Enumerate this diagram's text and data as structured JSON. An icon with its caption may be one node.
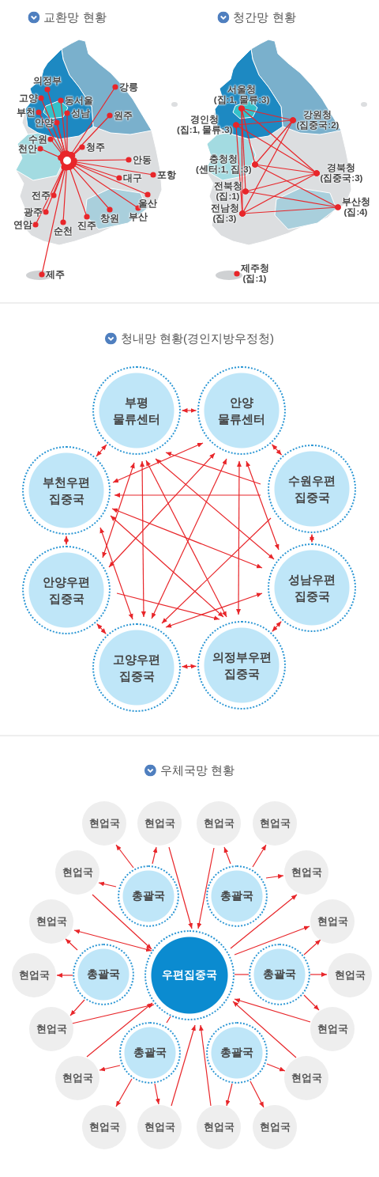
{
  "diagram": {
    "nodes": [
      {
        "text": [],
        "shape": "circle"
      },
      {
        "text": [
          "의정부"
        ]
      },
      {
        "text": [
          "강릉"
        ]
      },
      {
        "text": [
          "고양"
        ]
      },
      {
        "text": [
          "동서울"
        ]
      },
      {
        "text": [
          "부천"
        ]
      },
      {
        "text": [
          "성남"
        ]
      },
      {
        "text": [
          "원주"
        ]
      },
      {
        "text": [
          "안양"
        ]
      },
      {
        "text": [
          "수원"
        ]
      },
      {
        "text": [
          "청주"
        ]
      },
      {
        "text": [
          "천안"
        ]
      },
      {
        "text": [
          "안동"
        ]
      },
      {
        "text": [
          "포항"
        ]
      },
      {
        "text": [
          "대구"
        ]
      },
      {
        "text": [
          "전주"
        ]
      },
      {
        "text": [
          "울산"
        ]
      },
      {
        "text": [
          "광주"
        ]
      },
      {
        "text": [
          "부산"
        ]
      },
      {
        "text": [
          "창원"
        ]
      },
      {
        "text": [
          "연암"
        ]
      },
      {
        "text": [
          "순천"
        ]
      },
      {
        "text": [
          "진주"
        ]
      },
      {
        "text": [
          "제주"
        ]
      },
      {
        "text": [
          "서울청",
          "(집:1, 물류:3)"
        ]
      },
      {
        "text": [
          "강원청",
          "(집중국:2)"
        ]
      },
      {
        "text": [
          "경인청",
          "(집:1, 물류:3)"
        ]
      },
      {
        "text": [
          "충청청",
          "(센터:1, 집:3)"
        ]
      },
      {
        "text": [
          "경북청",
          "(집중국:3)"
        ]
      },
      {
        "text": [
          "전북청",
          "(집:1)"
        ]
      },
      {
        "text": [
          "부산청",
          "(집:4)"
        ]
      },
      {
        "text": [
          "전남청",
          "(집:3)"
        ]
      },
      {
        "text": [
          "제주청",
          "(집:1)"
        ]
      },
      {
        "text": [
          "부평 물류센터"
        ]
      },
      {
        "text": [
          "안양 물류센터"
        ]
      },
      {
        "text": [
          "부천우편 집중국"
        ]
      },
      {
        "text": [
          "수원우편 집중국"
        ]
      },
      {
        "text": [
          "안양우편 집중국"
        ]
      },
      {
        "text": [
          "성남우편 집중국"
        ]
      },
      {
        "text": [
          "고양우편 집중국"
        ]
      },
      {
        "text": [
          "의정부우편 집중국"
        ]
      },
      {
        "text": [
          "현업국"
        ]
      },
      {
        "text": [
          "현업국"
        ]
      },
      {
        "text": [
          "현업국"
        ]
      },
      {
        "text": [
          "현업국"
        ]
      },
      {
        "text": [
          "현업국"
        ]
      },
      {
        "text": [
          "총괄국"
        ]
      },
      {
        "text": [
          "총괄국"
        ]
      },
      {
        "text": [
          "현업국"
        ]
      },
      {
        "text": [
          "현업국"
        ]
      },
      {
        "text": [
          "현업국"
        ]
      },
      {
        "text": [
          "현업국"
        ]
      },
      {
        "text": [
          "총괄국"
        ]
      },
      {
        "text": [
          "우편집중국"
        ]
      },
      {
        "text": [
          "총괄국"
        ]
      },
      {
        "text": [
          "현업국"
        ]
      },
      {
        "text": [
          "현업국"
        ]
      },
      {
        "text": [
          "현업국"
        ]
      },
      {
        "text": [
          "현업국"
        ]
      },
      {
        "text": [
          "총괄국"
        ]
      },
      {
        "text": [
          "총괄국"
        ]
      },
      {
        "text": [
          "현업국"
        ]
      },
      {
        "text": [
          "현업국"
        ]
      },
      {
        "text": [
          "현업국"
        ]
      },
      {
        "text": [
          "현업국"
        ]
      },
      {
        "text": [
          "현업국"
        ]
      }
    ],
    "edges": [
      {
        "from": 0,
        "to": 1,
        "arrow": "other"
      },
      {
        "from": 0,
        "to": 2,
        "arrow": "other"
      },
      {
        "from": 0,
        "to": 3,
        "arrow": "other"
      },
      {
        "from": 0,
        "to": 4,
        "arrow": "other"
      },
      {
        "from": 0,
        "to": 5,
        "arrow": "other"
      },
      {
        "from": 0,
        "to": 6,
        "arrow": "other"
      },
      {
        "from": 0,
        "to": 7,
        "arrow": "other"
      },
      {
        "from": 0,
        "to": 8,
        "arrow": "other"
      },
      {
        "from": 0,
        "to": 9,
        "arrow": "other"
      },
      {
        "from": 0,
        "to": 10,
        "arrow": "other"
      },
      {
        "from": 0,
        "to": 11,
        "arrow": "other"
      },
      {
        "from": 0,
        "to": 12,
        "arrow": "other"
      },
      {
        "from": 0,
        "to": 13,
        "arrow": "other"
      },
      {
        "from": 0,
        "to": 14,
        "arrow": "other"
      },
      {
        "from": 0,
        "to": 15,
        "arrow": "other"
      },
      {
        "from": 0,
        "to": 16,
        "arrow": "other"
      },
      {
        "from": 0,
        "to": 17,
        "arrow": "other"
      },
      {
        "from": 0,
        "to": 18,
        "arrow": "other"
      },
      {
        "from": 0,
        "to": 19,
        "arrow": "other"
      },
      {
        "from": 0,
        "to": 20,
        "arrow": "other"
      },
      {
        "from": 0,
        "to": 21,
        "arrow": "other"
      },
      {
        "from": 0,
        "to": 22,
        "arrow": "other"
      },
      {
        "from": 0,
        "to": 23,
        "arrow": "other"
      },
      {
        "from": 24,
        "to": 25,
        "arrow": "other"
      },
      {
        "from": 24,
        "to": 28,
        "arrow": "other"
      },
      {
        "from": 24,
        "to": 27,
        "arrow": "other"
      },
      {
        "from": 24,
        "to": 29,
        "arrow": "other"
      },
      {
        "from": 24,
        "to": 31,
        "arrow": "other"
      },
      {
        "from": 26,
        "to": 25,
        "arrow": "other"
      },
      {
        "from": 26,
        "to": 28,
        "arrow": "other"
      },
      {
        "from": 26,
        "to": 31,
        "arrow": "other"
      },
      {
        "from": 25,
        "to": 27,
        "arrow": "other"
      },
      {
        "from": 25,
        "to": 31,
        "arrow": "other"
      },
      {
        "from": 27,
        "to": 28,
        "arrow": "other"
      },
      {
        "from": 27,
        "to": 30,
        "arrow": "other"
      },
      {
        "from": 29,
        "to": 28,
        "arrow": "other"
      },
      {
        "from": 29,
        "to": 30,
        "arrow": "other"
      },
      {
        "from": 31,
        "to": 28,
        "arrow": "other"
      },
      {
        "from": 31,
        "to": 30,
        "arrow": "other"
      },
      {
        "from": 33,
        "to": 34,
        "arrow": "both"
      },
      {
        "from": 34,
        "to": 36,
        "arrow": "both"
      },
      {
        "from": 36,
        "to": 38,
        "arrow": "both"
      },
      {
        "from": 38,
        "to": 40,
        "arrow": "both"
      },
      {
        "from": 40,
        "to": 39,
        "arrow": "both"
      },
      {
        "from": 39,
        "to": 37,
        "arrow": "both"
      },
      {
        "from": 37,
        "to": 35,
        "arrow": "both"
      },
      {
        "from": 35,
        "to": 33,
        "arrow": "both"
      },
      {
        "from": 35,
        "to": 34,
        "arrow": "both"
      },
      {
        "from": 36,
        "to": 35,
        "arrow": "to"
      },
      {
        "from": 36,
        "to": 33,
        "arrow": "to"
      },
      {
        "from": 35,
        "to": 38,
        "arrow": "both"
      },
      {
        "from": 35,
        "to": 40,
        "arrow": "both"
      },
      {
        "from": 35,
        "to": 39,
        "arrow": "both"
      },
      {
        "from": 33,
        "to": 37,
        "arrow": "both"
      },
      {
        "from": 33,
        "to": 39,
        "arrow": "both"
      },
      {
        "from": 33,
        "to": 40,
        "arrow": "both"
      },
      {
        "from": 33,
        "to": 38,
        "arrow": "both"
      },
      {
        "from": 34,
        "to": 37,
        "arrow": "both"
      },
      {
        "from": 34,
        "to": 39,
        "arrow": "both"
      },
      {
        "from": 34,
        "to": 40,
        "arrow": "both"
      },
      {
        "from": 34,
        "to": 38,
        "arrow": "both"
      },
      {
        "from": 36,
        "to": 39,
        "arrow": "to"
      },
      {
        "from": 37,
        "to": 40,
        "arrow": "to"
      },
      {
        "from": 38,
        "to": 39,
        "arrow": "both"
      },
      {
        "from": 46,
        "to": 41,
        "arrow": "to"
      },
      {
        "from": 46,
        "to": 42,
        "arrow": "to"
      },
      {
        "from": 46,
        "to": 45,
        "arrow": "to"
      },
      {
        "from": 42,
        "to": 53,
        "arrow": "to"
      },
      {
        "from": 43,
        "to": 53,
        "arrow": "to"
      },
      {
        "from": 47,
        "to": 43,
        "arrow": "to"
      },
      {
        "from": 47,
        "to": 44,
        "arrow": "to"
      },
      {
        "from": 47,
        "to": 48,
        "arrow": "to"
      },
      {
        "from": 45,
        "to": 53,
        "arrow": "to"
      },
      {
        "from": 53,
        "to": 49,
        "arrow": "both"
      },
      {
        "from": 52,
        "to": 49,
        "arrow": "to"
      },
      {
        "from": 52,
        "to": 51,
        "arrow": "to"
      },
      {
        "from": 52,
        "to": 56,
        "arrow": "to"
      },
      {
        "from": 53,
        "to": 48,
        "arrow": "to"
      },
      {
        "from": 53,
        "to": 50,
        "arrow": "to"
      },
      {
        "from": 53,
        "to": 54,
        "arrow": "none"
      },
      {
        "from": 53,
        "to": 59,
        "arrow": "none"
      },
      {
        "from": 54,
        "to": 50,
        "arrow": "to"
      },
      {
        "from": 54,
        "to": 55,
        "arrow": "to"
      },
      {
        "from": 54,
        "to": 57,
        "arrow": "to"
      },
      {
        "from": 56,
        "to": 53,
        "arrow": "to"
      },
      {
        "from": 58,
        "to": 53,
        "arrow": "to"
      },
      {
        "from": 59,
        "to": 58,
        "arrow": "to"
      },
      {
        "from": 59,
        "to": 62,
        "arrow": "to"
      },
      {
        "from": 59,
        "to": 63,
        "arrow": "to"
      },
      {
        "from": 63,
        "to": 53,
        "arrow": "to"
      },
      {
        "from": 64,
        "to": 53,
        "arrow": "to"
      },
      {
        "from": 60,
        "to": 64,
        "arrow": "to"
      },
      {
        "from": 60,
        "to": 65,
        "arrow": "to"
      },
      {
        "from": 60,
        "to": 61,
        "arrow": "to"
      },
      {
        "from": 57,
        "to": 53,
        "arrow": "to"
      },
      {
        "from": 61,
        "to": 53,
        "arrow": "to"
      }
    ],
    "labels": [
      "교환망 현황",
      "청간망 현황",
      "청내망 현황(경인지방우정청)",
      "우체국망 현황"
    ]
  }
}
